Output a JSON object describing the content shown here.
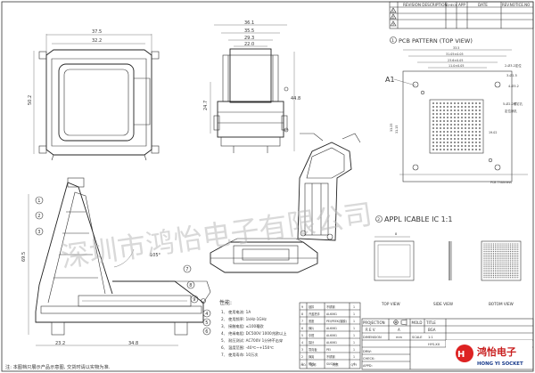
{
  "revision_table": {
    "headers": [
      "REVISION DESCRIPTION",
      "CHECK",
      "APP",
      "DATE",
      "REV.NOTICE.NO"
    ],
    "rows": [
      "1",
      "2",
      "3"
    ]
  },
  "front_view": {
    "width_outer": "37.5",
    "width_inner": "32.2",
    "height": "50.2"
  },
  "side_view": {
    "top_outer": "36.1",
    "top_2": "35.5",
    "top_3": "29.3",
    "top_4": "22.0",
    "height": "44.8",
    "left_height": "24.7"
  },
  "open_view": {
    "angle": "105°",
    "height": "69.5",
    "bottom_left": "23.2",
    "bottom_right": "34.8"
  },
  "pcb": {
    "title": "PCB PATTERN (TOP VIEW)",
    "circle_num": "1",
    "a1_label": "A1",
    "dims": [
      "33.5",
      "31.05±0.05",
      "23.6±0.05",
      "11.0±0.05"
    ],
    "notes": [
      "2-Ø3.2定位",
      "3-Ø1.5",
      "4-Ø3.2",
      "5-Ø2.2螺钉孔",
      "定位销孔"
    ],
    "side_dims": [
      "33.25",
      "31.15",
      "19.02"
    ],
    "pcb_label": "PCB Thickness"
  },
  "ic": {
    "title": "APPL ICABLE IC 1:1",
    "circle_num": "2",
    "dim": "8",
    "views": [
      "TOP VIEW",
      "SIDE VIEW",
      "BOTOM VIEW"
    ]
  },
  "specs": {
    "title": "性能:",
    "items": [
      "1、 使用电流: 1A",
      "2、 使用频率: 1kHz-1GHz",
      "3、 接触电阻: ≤100毫欧",
      "4、 绝缘电阻: DC500V 1000兆欧以上",
      "5、 耐压测试: AC700V 1分钟不击穿",
      "6、 温度范围: -40℃~+150℃",
      "7、 使用寿命: 10万次"
    ]
  },
  "parts": {
    "balloons": [
      "1",
      "2",
      "3",
      "4",
      "5",
      "6",
      "7",
      "8",
      "9"
    ],
    "rows": [
      [
        "9",
        "锁扣",
        "不锈钢",
        "1"
      ],
      [
        "8",
        "开盖把手",
        "AL6061",
        "1"
      ],
      [
        "7",
        "底座",
        "PEI/PEEK(镀膜)",
        "1"
      ],
      [
        "6",
        "弹片",
        "AL6061",
        "1"
      ],
      [
        "5",
        "中框",
        "AL6061",
        "1"
      ],
      [
        "4",
        "探针",
        "AL6061",
        "1"
      ],
      [
        "3",
        "导向板",
        "PEI",
        "1"
      ],
      [
        "2",
        "弹簧",
        "不锈钢",
        "1"
      ],
      [
        "1",
        "螺丝",
        "SUS304",
        "4"
      ]
    ],
    "footer": [
      "NO.",
      "名称",
      "材质",
      "QTY"
    ]
  },
  "title_block": {
    "projection": "PROJECTION",
    "mold": "MOLD",
    "title_label": "TITLE",
    "rev_label": "R E V",
    "rev_value": "A",
    "dimension": "DIMENSION",
    "unit": "mm",
    "scale_label": "SCALE",
    "scale": "1:1",
    "drawn": "DRW:",
    "check": "CHECK:",
    "appd": "APPD:",
    "title_value": "BGA",
    "dwg_no": "HYS-XX"
  },
  "logo": {
    "cn": "鸿怡电子",
    "en": "HONG YI SOCKET"
  },
  "note": "注: 本图档只展示产品示意图, 交货时请以实物为准.",
  "watermark": "深圳市鸿怡电子有限公司"
}
